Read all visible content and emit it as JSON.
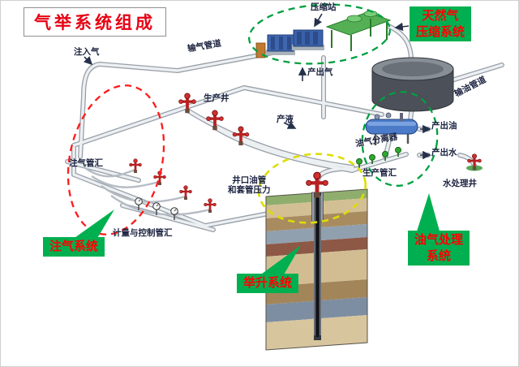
{
  "title": {
    "text": "气举系统组成"
  },
  "system_labels": {
    "compression": {
      "line1": "天然气",
      "line2": "压缩系统"
    },
    "injection": {
      "text": "注气系统"
    },
    "lifting": {
      "text": "举升系统"
    },
    "processing": {
      "line1": "油气处理",
      "line2": "系统"
    }
  },
  "component_labels": {
    "compressor_station": "压缩站",
    "gas_pipeline": "输气管道",
    "injection_gas": "注入气",
    "produced_gas": "产出气",
    "production_well": "生产井",
    "produced_liquid": "产液",
    "separator": "油气分离器",
    "produced_oil": "产出油",
    "produced_water": "产出水",
    "oil_pipeline": "输油管道",
    "gas_injection_manifold": "注气管汇",
    "wellhead_pressure_line1": "井口油管",
    "wellhead_pressure_line2": "和套管压力",
    "production_manifold": "生产管汇",
    "water_treatment_well": "水处理井",
    "metering_manifold": "计量与控制管汇"
  },
  "colors": {
    "title_text": "#e60012",
    "label_bg": "#00b050",
    "label_text": "#ff0000",
    "red_ellipse": "#ff1a1a",
    "green_ellipse": "#00a040",
    "yellow_ellipse": "#dede00"
  }
}
